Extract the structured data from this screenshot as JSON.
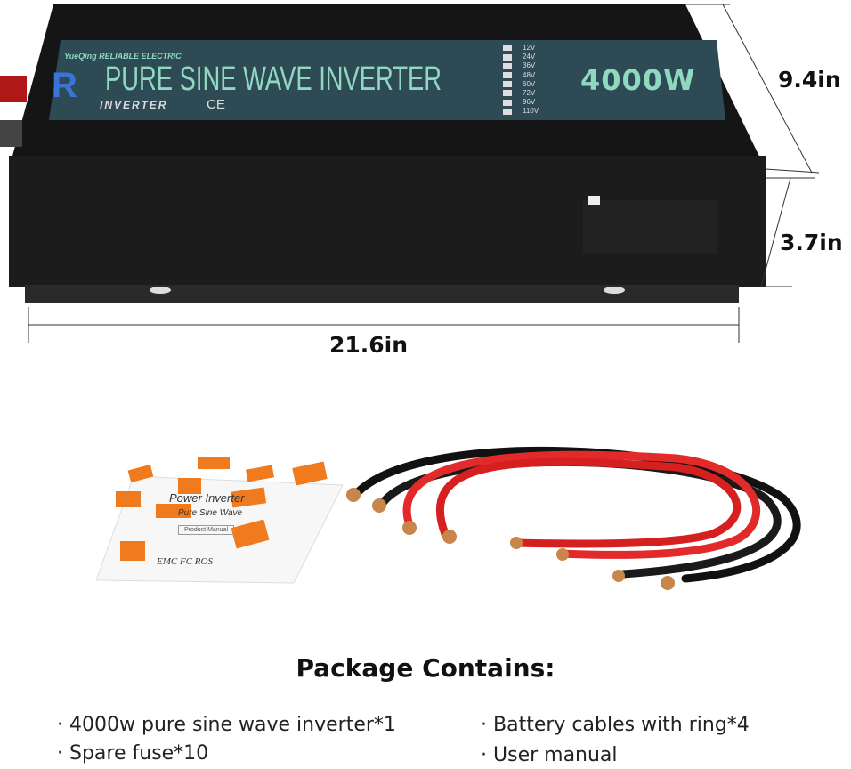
{
  "product": {
    "brand": "YueQing RELIABLE ELECTRIC",
    "label_title": "PURE SINE WAVE INVERTER",
    "label_sub": "INVERTER",
    "cert": "CE",
    "power": "4000W",
    "voltages": [
      "12V",
      "24V",
      "36V",
      "48V",
      "60V",
      "72V",
      "96V",
      "110V"
    ],
    "label_color": "#2e4a55",
    "text_color": "#8fd9c0"
  },
  "dimensions": {
    "depth": "9.4in",
    "height": "3.7in",
    "width": "21.6in"
  },
  "manual_text": {
    "line1": "Power Inverter",
    "line2": "Pure Sine Wave",
    "line3": "Product Manual",
    "line4": "EMC  FC ROS"
  },
  "package": {
    "title": "Package Contains:",
    "items": [
      "4000w pure sine wave inverter*1",
      "Spare fuse*10",
      "Battery cables with ring*4",
      "User manual"
    ]
  }
}
